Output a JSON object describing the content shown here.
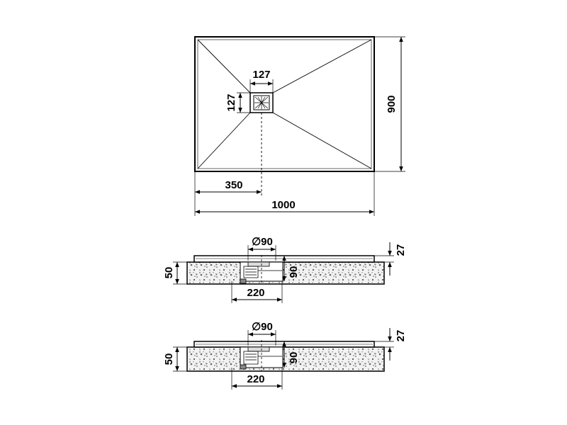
{
  "plan": {
    "drain_width": "127",
    "drain_height": "127",
    "overall_height": "900",
    "drain_offset": "350",
    "overall_width": "1000"
  },
  "section_1": {
    "pipe_diameter": "∅90",
    "bed_height": "50",
    "tray_height": "27",
    "drain_depth": "90",
    "trap_width": "220"
  },
  "section_2": {
    "pipe_diameter": "∅90",
    "bed_height": "50",
    "tray_height": "27",
    "drain_depth": "90",
    "trap_width": "220"
  }
}
